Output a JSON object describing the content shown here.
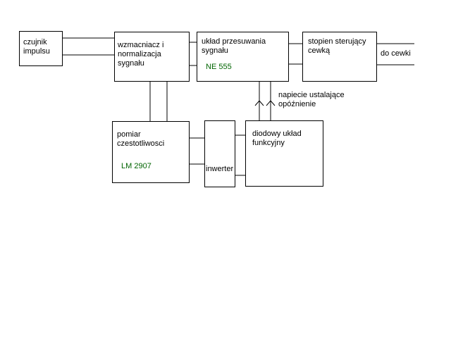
{
  "colors": {
    "line": "#000000",
    "part_number": "#006400",
    "background": "#ffffff"
  },
  "blocks": {
    "sensor": {
      "line1": "czujnik",
      "line2": "impulsu"
    },
    "amplifier": {
      "line1": "wzmacniacz i",
      "line2": "normalizacja",
      "line3": "sygnału"
    },
    "phase_shifter": {
      "line1": "układ przesuwania",
      "line2": "sygnału",
      "part": "NE 555"
    },
    "coil_driver": {
      "line1": "stopien sterujący",
      "line2": "cewką"
    },
    "frequency_meter": {
      "line1": "pomiar",
      "line2": "czestotliwosci",
      "part": "LM 2907"
    },
    "inverter": {
      "label": "inwerter"
    },
    "diode_function": {
      "line1": "diodowy układ",
      "line2": "funkcyjny"
    }
  },
  "labels": {
    "to_coil": "do cewki",
    "bias_voltage": "napiecie ustalające",
    "delay": "opóźnienie"
  }
}
